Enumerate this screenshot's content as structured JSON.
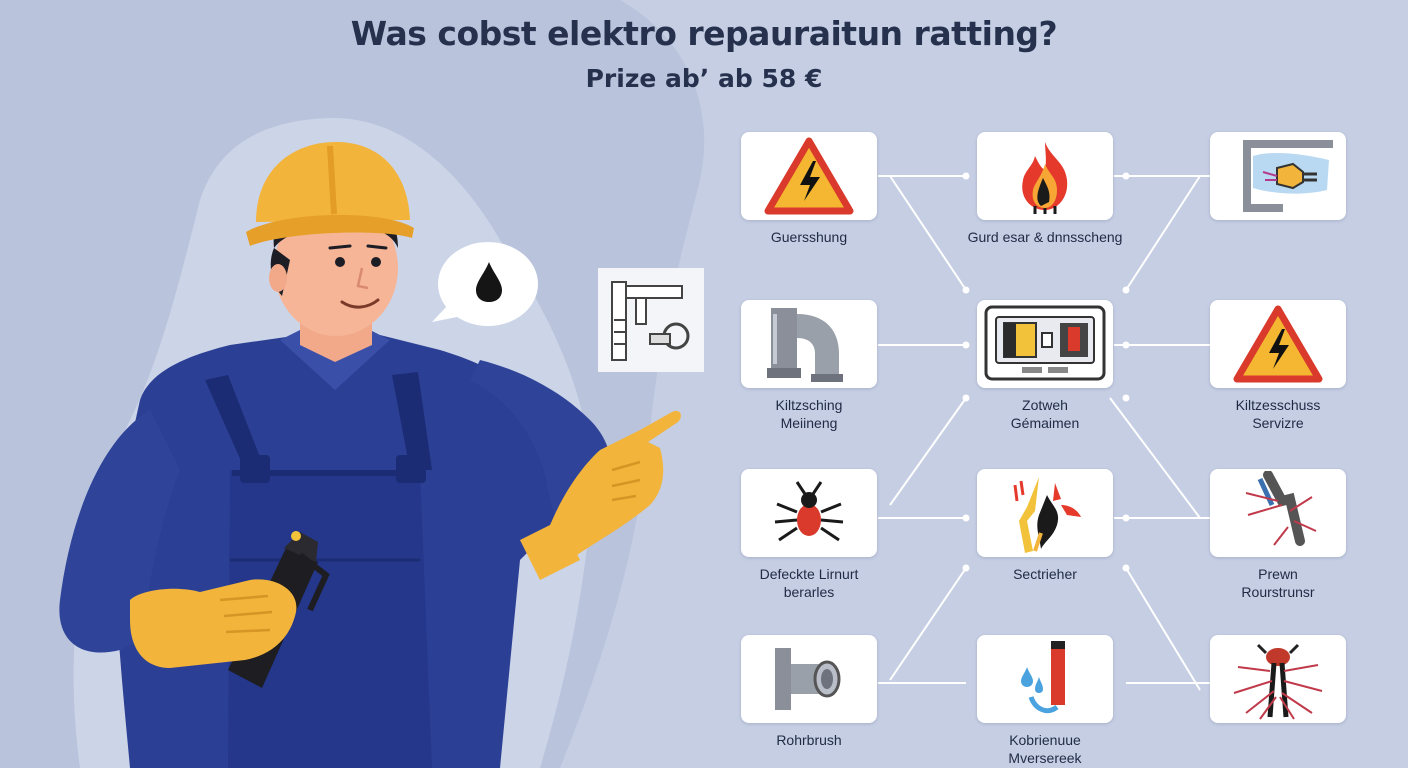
{
  "header": {
    "title": "Was cobst elektro repauraitun ratting?",
    "subtitle": "Prize abʼ ab 58 €"
  },
  "colors": {
    "background": "#b9c4dc",
    "overall_blue": "#2b3f94",
    "helmet_yellow": "#f2b43a",
    "warning_yellow": "#f5b731",
    "warning_red": "#d93a2b"
  },
  "illustration": {
    "worker_icon": "electrician-worker-icon",
    "bubble_icon": "oil-drop-icon",
    "panel_icon": "pipe-valve-icon"
  },
  "cards": [
    {
      "icon": "high-voltage-warning-icon",
      "label": [
        "Guersshung"
      ]
    },
    {
      "icon": "fire-icon",
      "label": [
        "Gurd esar & dnnsscheng"
      ]
    },
    {
      "icon": "electric-plug-wall-icon",
      "label": []
    },
    {
      "icon": "pipe-elbow-icon",
      "label": [
        "Kiltzsching",
        "Meiineng"
      ]
    },
    {
      "icon": "fuse-box-icon",
      "label": [
        "Zotweh",
        "Gémaimen"
      ]
    },
    {
      "icon": "high-voltage-warning-icon",
      "label": [
        "Kiltzesschuss",
        "Servizre"
      ]
    },
    {
      "icon": "bug-icon",
      "label": [
        "Defeckte Lirnurt",
        "berarles"
      ]
    },
    {
      "icon": "spark-flame-icon",
      "label": [
        "Sectrieher"
      ]
    },
    {
      "icon": "broken-cable-icon",
      "label": [
        "Prewn",
        "Rourstrunsr"
      ]
    },
    {
      "icon": "pipe-fitting-icon",
      "label": [
        "Rohrbrush"
      ]
    },
    {
      "icon": "water-leak-icon",
      "label": [
        "Kobrienuue",
        "Mversereek"
      ]
    },
    {
      "icon": "root-crack-icon",
      "label": []
    }
  ]
}
